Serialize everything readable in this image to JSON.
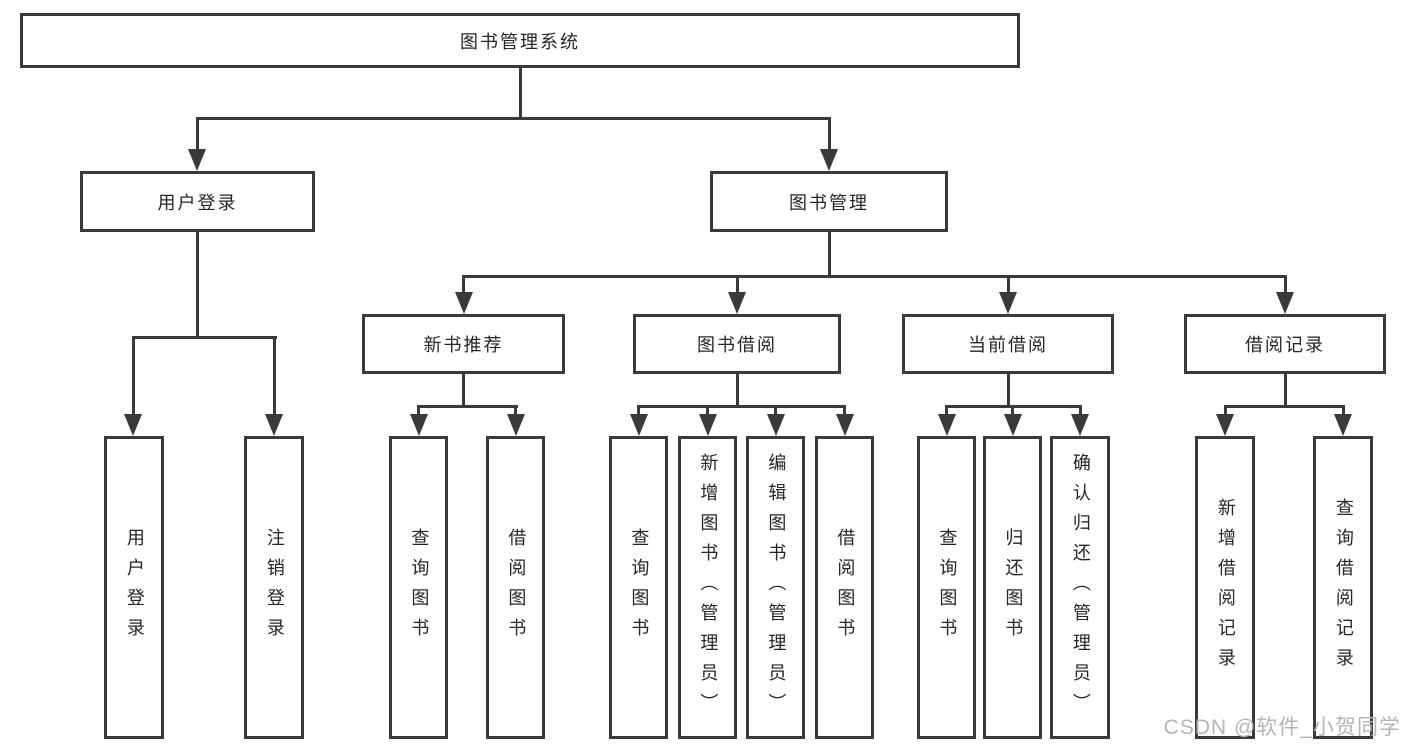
{
  "diagram_title": "图书管理系统",
  "watermark": "CSDN @软件_小贺同学",
  "colors": {
    "line": "#3a3a3a",
    "text": "#262626",
    "watermark": "#b5b5b5",
    "background": "#ffffff"
  },
  "nodes": {
    "root": {
      "label": "图书管理系统"
    },
    "level2": [
      {
        "label": "用户登录"
      },
      {
        "label": "图书管理"
      }
    ],
    "level3": [
      {
        "label": "新书推荐",
        "parent": "图书管理"
      },
      {
        "label": "图书借阅",
        "parent": "图书管理"
      },
      {
        "label": "当前借阅",
        "parent": "图书管理"
      },
      {
        "label": "借阅记录",
        "parent": "图书管理"
      }
    ],
    "leaves": [
      {
        "label": "用户登录",
        "parent": "用户登录"
      },
      {
        "label": "注销登录",
        "parent": "用户登录"
      },
      {
        "label": "查询图书",
        "parent": "新书推荐"
      },
      {
        "label": "借阅图书",
        "parent": "新书推荐"
      },
      {
        "label": "查询图书",
        "parent": "图书借阅"
      },
      {
        "label": "新增图书（管理员）",
        "parent": "图书借阅"
      },
      {
        "label": "编辑图书（管理员）",
        "parent": "图书借阅"
      },
      {
        "label": "借阅图书",
        "parent": "图书借阅"
      },
      {
        "label": "查询图书",
        "parent": "当前借阅"
      },
      {
        "label": "归还图书",
        "parent": "当前借阅"
      },
      {
        "label": "确认归还（管理员）",
        "parent": "当前借阅"
      },
      {
        "label": "新增借阅记录",
        "parent": "借阅记录"
      },
      {
        "label": "查询借阅记录",
        "parent": "借阅记录"
      }
    ]
  }
}
